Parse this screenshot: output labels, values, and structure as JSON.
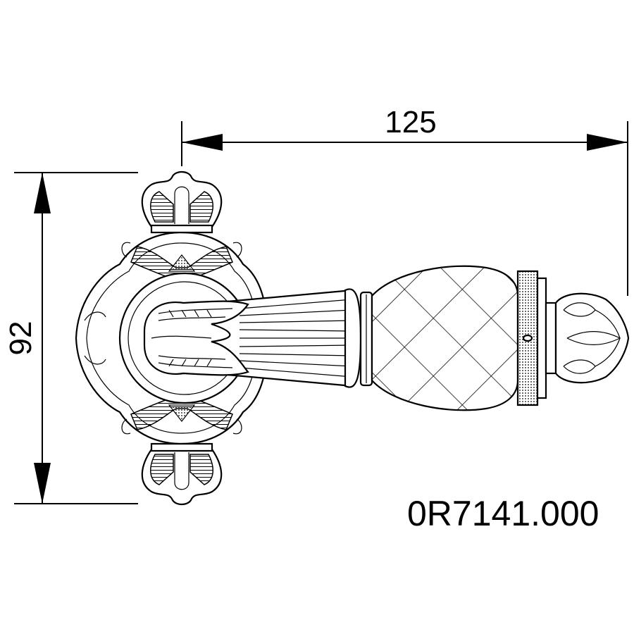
{
  "dimensions": {
    "width_label": "125",
    "height_label": "92"
  },
  "part_number": "0R7141.000",
  "colors": {
    "line": "#000000",
    "background": "#ffffff"
  }
}
